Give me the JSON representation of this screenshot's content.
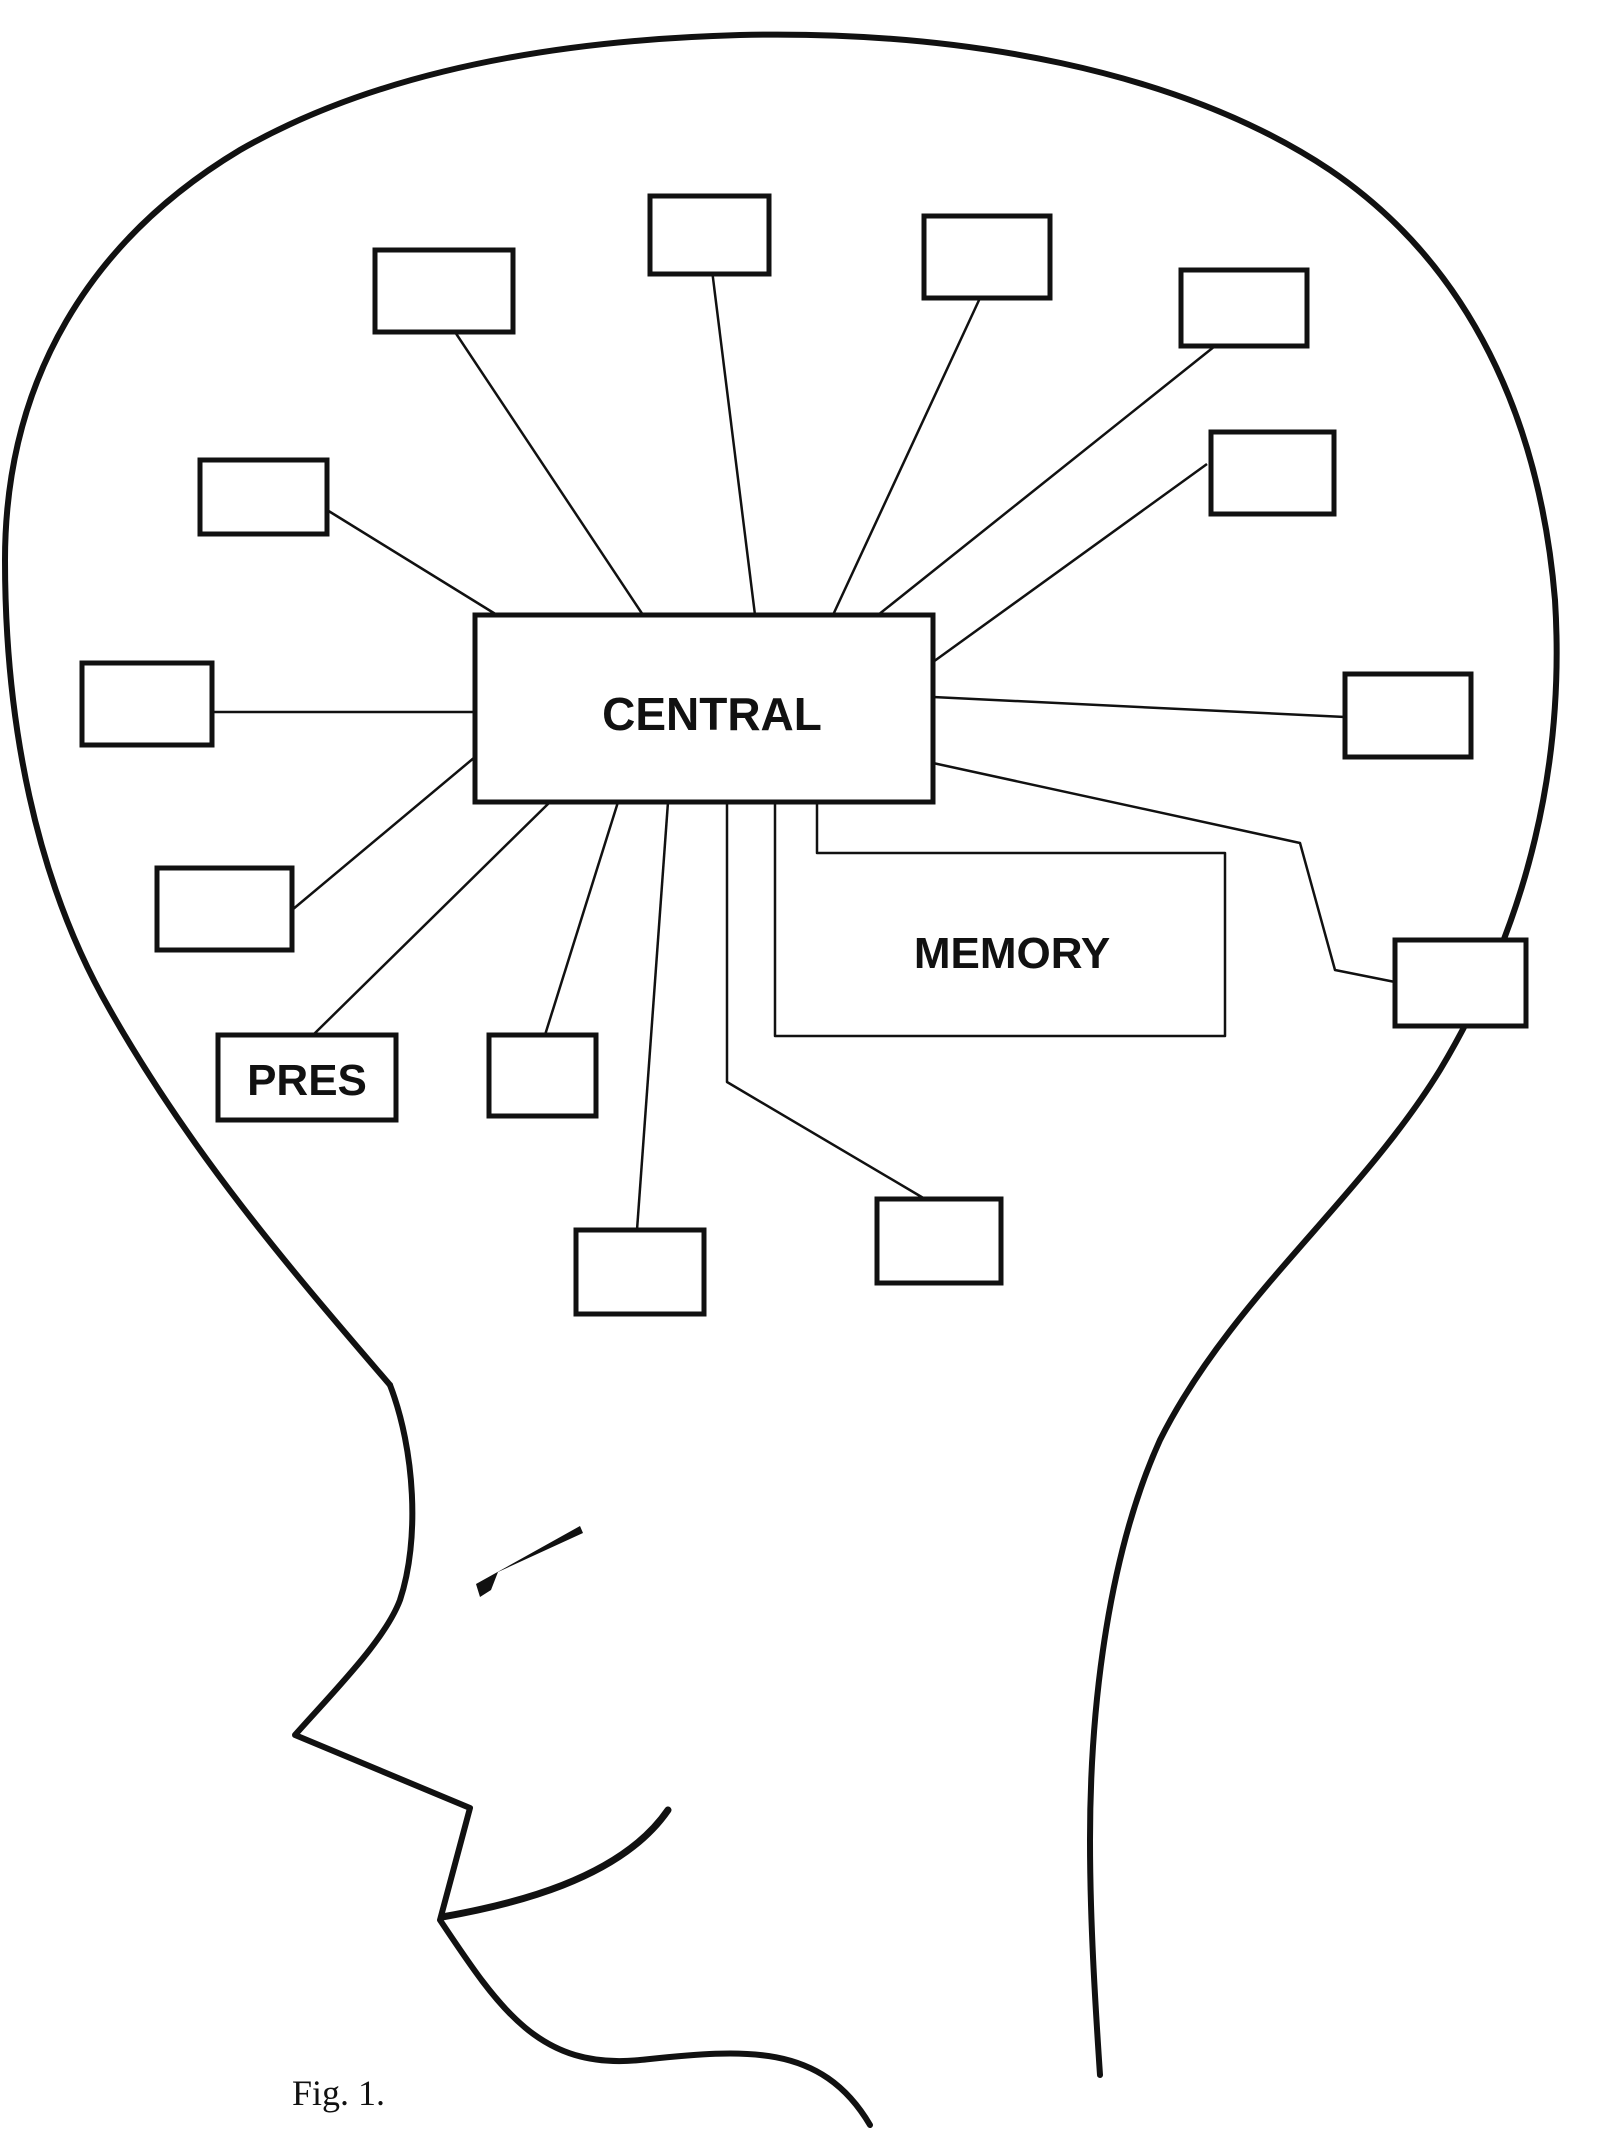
{
  "figure": {
    "central_label": "CENTRAL",
    "memory_label": "MEMORY",
    "pres_label": "PRES",
    "caption": "Fig. 1."
  }
}
